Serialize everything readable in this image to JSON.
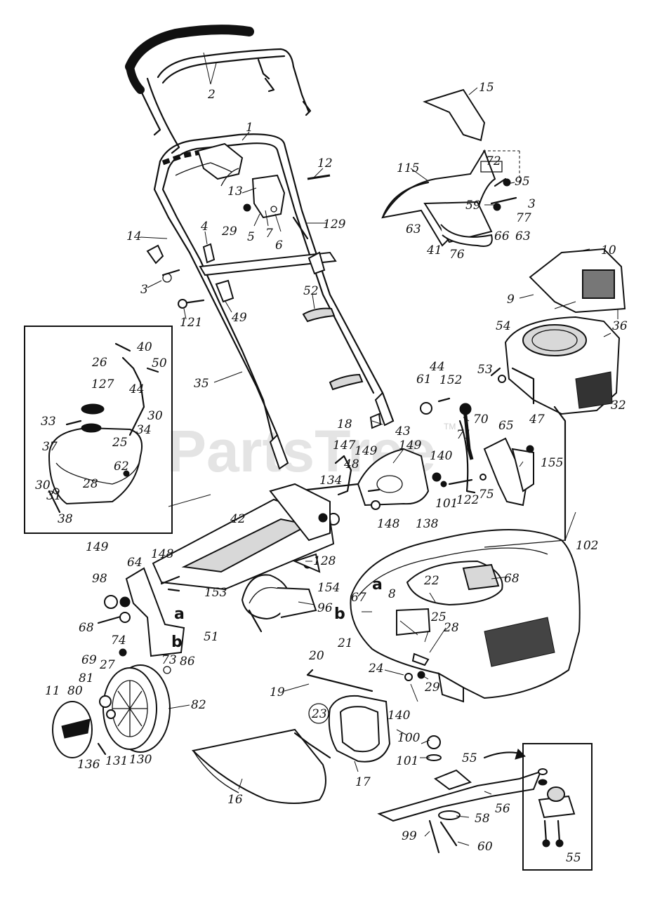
{
  "watermark": {
    "text": "PartsTree",
    "tm": "TM"
  },
  "callouts": {
    "c2": "2",
    "c15": "15",
    "c1": "1",
    "c12": "12",
    "c72": "72",
    "c95": "95",
    "c115": "115",
    "c3a": "3",
    "c77": "77",
    "c13": "13",
    "c59": "59",
    "c129": "129",
    "c14": "14",
    "c29a": "29",
    "c5": "5",
    "c7": "7",
    "c6": "6",
    "c4": "4",
    "c63a": "63",
    "c66": "66",
    "c63b": "63",
    "c41": "41",
    "c76": "76",
    "c10": "10",
    "c3b": "3",
    "c52": "52",
    "c9": "9",
    "c121": "121",
    "c49": "49",
    "c36": "36",
    "c54": "54",
    "c40": "40",
    "c26": "26",
    "c50": "50",
    "c44a": "44",
    "c53": "53",
    "c44b": "44",
    "c152": "152",
    "c35": "35",
    "c127": "127",
    "c32": "32",
    "c61": "61",
    "c30a": "30",
    "c33": "33",
    "c34": "34",
    "c70": "70",
    "c18": "18",
    "c47": "47",
    "c37": "37",
    "c25a": "25",
    "c43": "43",
    "c71": "71",
    "c65": "65",
    "c147": "147",
    "c149a": "149",
    "c149b": "149",
    "c62": "62",
    "c48": "48",
    "c140a": "140",
    "c155": "155",
    "c28a": "28",
    "c30b": "30",
    "c134": "134",
    "c122": "122",
    "c31": "31",
    "c101a": "101",
    "c75": "75",
    "c38": "38",
    "c148a": "148",
    "c138": "138",
    "c42": "42",
    "c102": "102",
    "c128": "128",
    "c149c": "149",
    "c148b": "148",
    "c64": "64",
    "c98": "98",
    "c22": "22",
    "c68a": "68",
    "c154": "154",
    "c153": "153",
    "c8": "8",
    "c67": "67",
    "c96": "96",
    "c25b": "25",
    "c28b": "28",
    "c51": "51",
    "c68b": "68",
    "c21": "21",
    "c74": "74",
    "c73": "73",
    "c69": "69",
    "c86": "86",
    "c27": "27",
    "c20": "20",
    "c24": "24",
    "c19": "19",
    "c29b": "29",
    "c81": "81",
    "c11": "11",
    "c80": "80",
    "c82": "82",
    "c140b": "140",
    "c23": "23",
    "c100": "100",
    "c101b": "101",
    "c55a": "55",
    "c136": "136",
    "c131": "131",
    "c130": "130",
    "c16": "16",
    "c17": "17",
    "c56": "56",
    "c58": "58",
    "c99": "99",
    "c60": "60",
    "c55b": "55"
  },
  "key_letters": {
    "a1": "a",
    "b1": "b",
    "a2": "a",
    "b2": "b"
  }
}
